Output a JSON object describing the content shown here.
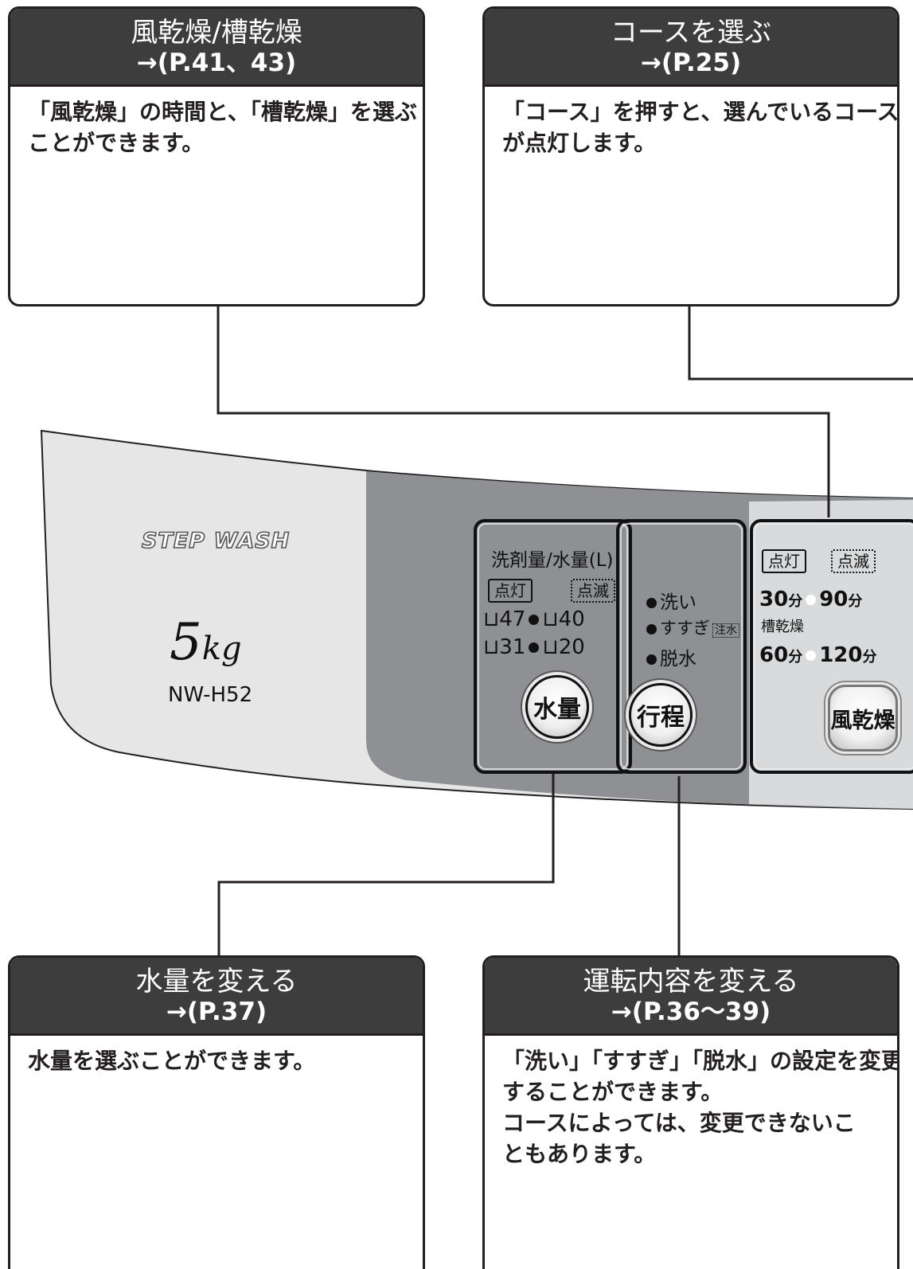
{
  "callouts": {
    "dry": {
      "title": "風乾燥/槽乾燥",
      "page": "→(P.41、43)",
      "body": [
        "「風乾燥」の時間と、「槽乾燥」を選ぶ",
        "ことができます。"
      ]
    },
    "course": {
      "title": "コースを選ぶ",
      "page": "→(P.25)",
      "body": [
        "「コース」を押すと、選んでいるコース",
        "が点灯します。"
      ]
    },
    "water": {
      "title": "水量を変える",
      "page": "→(P.37)",
      "body": [
        "水量を選ぶことができます。"
      ]
    },
    "program": {
      "title": "運転内容を変える",
      "page": "→(P.36〜39)",
      "body": [
        "「洗い」「すすぎ」「脱水」の設定を変更",
        "することができます。",
        "コースによっては、変更できないこ",
        "ともあります。"
      ]
    }
  },
  "panel": {
    "brand": "STEP WASH",
    "capacity_num": "5",
    "capacity_unit": "kg",
    "model": "NW-H52",
    "water": {
      "heading": "洗剤量/水量(L)",
      "lit_label": "点灯",
      "blink_label": "点滅",
      "levels": [
        "47",
        "40",
        "31",
        "20"
      ],
      "button": "水量"
    },
    "program": {
      "items": [
        "洗い",
        "すすぎ",
        "脱水"
      ],
      "fill_tag": "注水",
      "button": "行程"
    },
    "dry": {
      "lit_label": "点灯",
      "blink_label": "点滅",
      "t30": "30",
      "t90": "90",
      "t60": "60",
      "t120": "120",
      "unit": "分",
      "tub_dry": "槽乾燥",
      "button": "風乾燥"
    }
  }
}
